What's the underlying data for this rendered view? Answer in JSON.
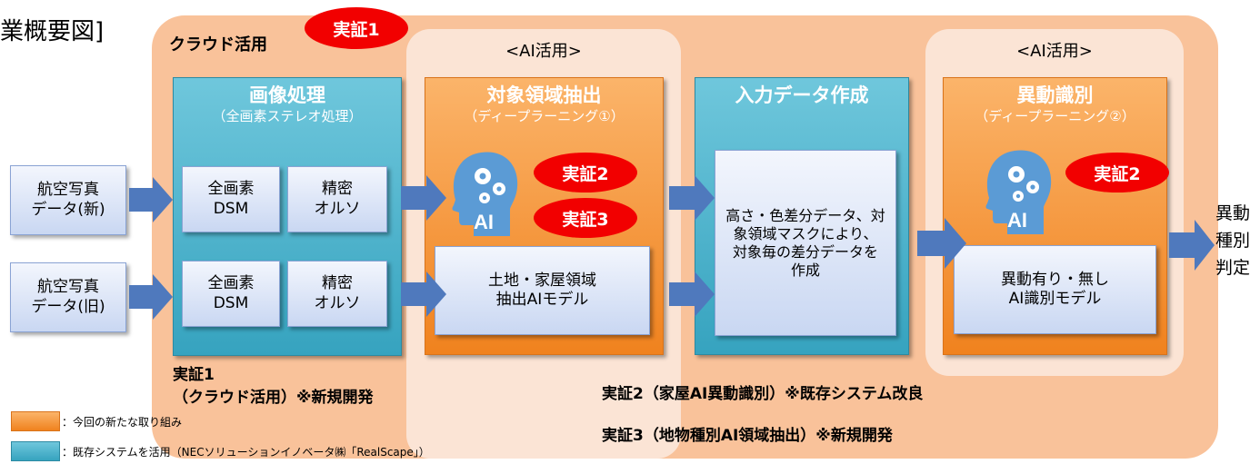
{
  "header": {
    "title_fragment": "業概要図]"
  },
  "cloud": {
    "label": "クラウド活用",
    "badge": "実証1"
  },
  "ai_panels": {
    "left_label": "<AI活用>",
    "right_label": "<AI活用>"
  },
  "inputs": [
    {
      "line1": "航空写真",
      "line2": "データ(新)"
    },
    {
      "line1": "航空写真",
      "line2": "データ(旧)"
    }
  ],
  "image_processing": {
    "title": "画像処理",
    "subtitle": "（全画素ステレオ処理）",
    "rows": [
      {
        "left_1": "全画素",
        "left_2": "DSM",
        "right_1": "精密",
        "right_2": "オルソ"
      },
      {
        "left_1": "全画素",
        "left_2": "DSM",
        "right_1": "精密",
        "right_2": "オルソ"
      }
    ]
  },
  "region_extraction": {
    "title": "対象領域抽出",
    "subtitle": "（ディープラーニング①）",
    "badge_a": "実証2",
    "badge_b": "実証3",
    "ai_text": "AI",
    "model_1": "土地・家屋領域",
    "model_2": "抽出AIモデル"
  },
  "input_data": {
    "title": "入力データ作成",
    "body_1": "高さ・色差分データ、対",
    "body_2": "象領域マスクにより、",
    "body_3": "対象毎の差分データを",
    "body_4": "作成"
  },
  "change_detection": {
    "title": "異動識別",
    "subtitle": "（ディープラーニング②）",
    "badge": "実証2",
    "ai_text": "AI",
    "model_1": "異動有り・無し",
    "model_2": "AI識別モデル"
  },
  "output": {
    "line1": "異動",
    "line2": "種別",
    "line3": "判定"
  },
  "notes": {
    "demo1_line1": "実証1",
    "demo1_line2": "（クラウド活用）※新規開発",
    "demo2": "実証2（家屋AI異動識別）※既存システム改良",
    "demo3": "実証3（地物種別AI領域抽出）※新規開発"
  },
  "legend": [
    {
      "color": "#f0821e",
      "label": "：今回の新たな取り組み"
    },
    {
      "color": "#36a3bf",
      "label": "：既存システムを活用（NECソリューションイノベータ㈱「RealScape」）"
    }
  ],
  "colors": {
    "cloud_bg": "#f9c29a",
    "ai_panel": "#fbe4d5",
    "teal": "#36a3bf",
    "orange": "#f0821e",
    "badge_red": "#f20000",
    "arrow_blue": "#4f79bd"
  }
}
